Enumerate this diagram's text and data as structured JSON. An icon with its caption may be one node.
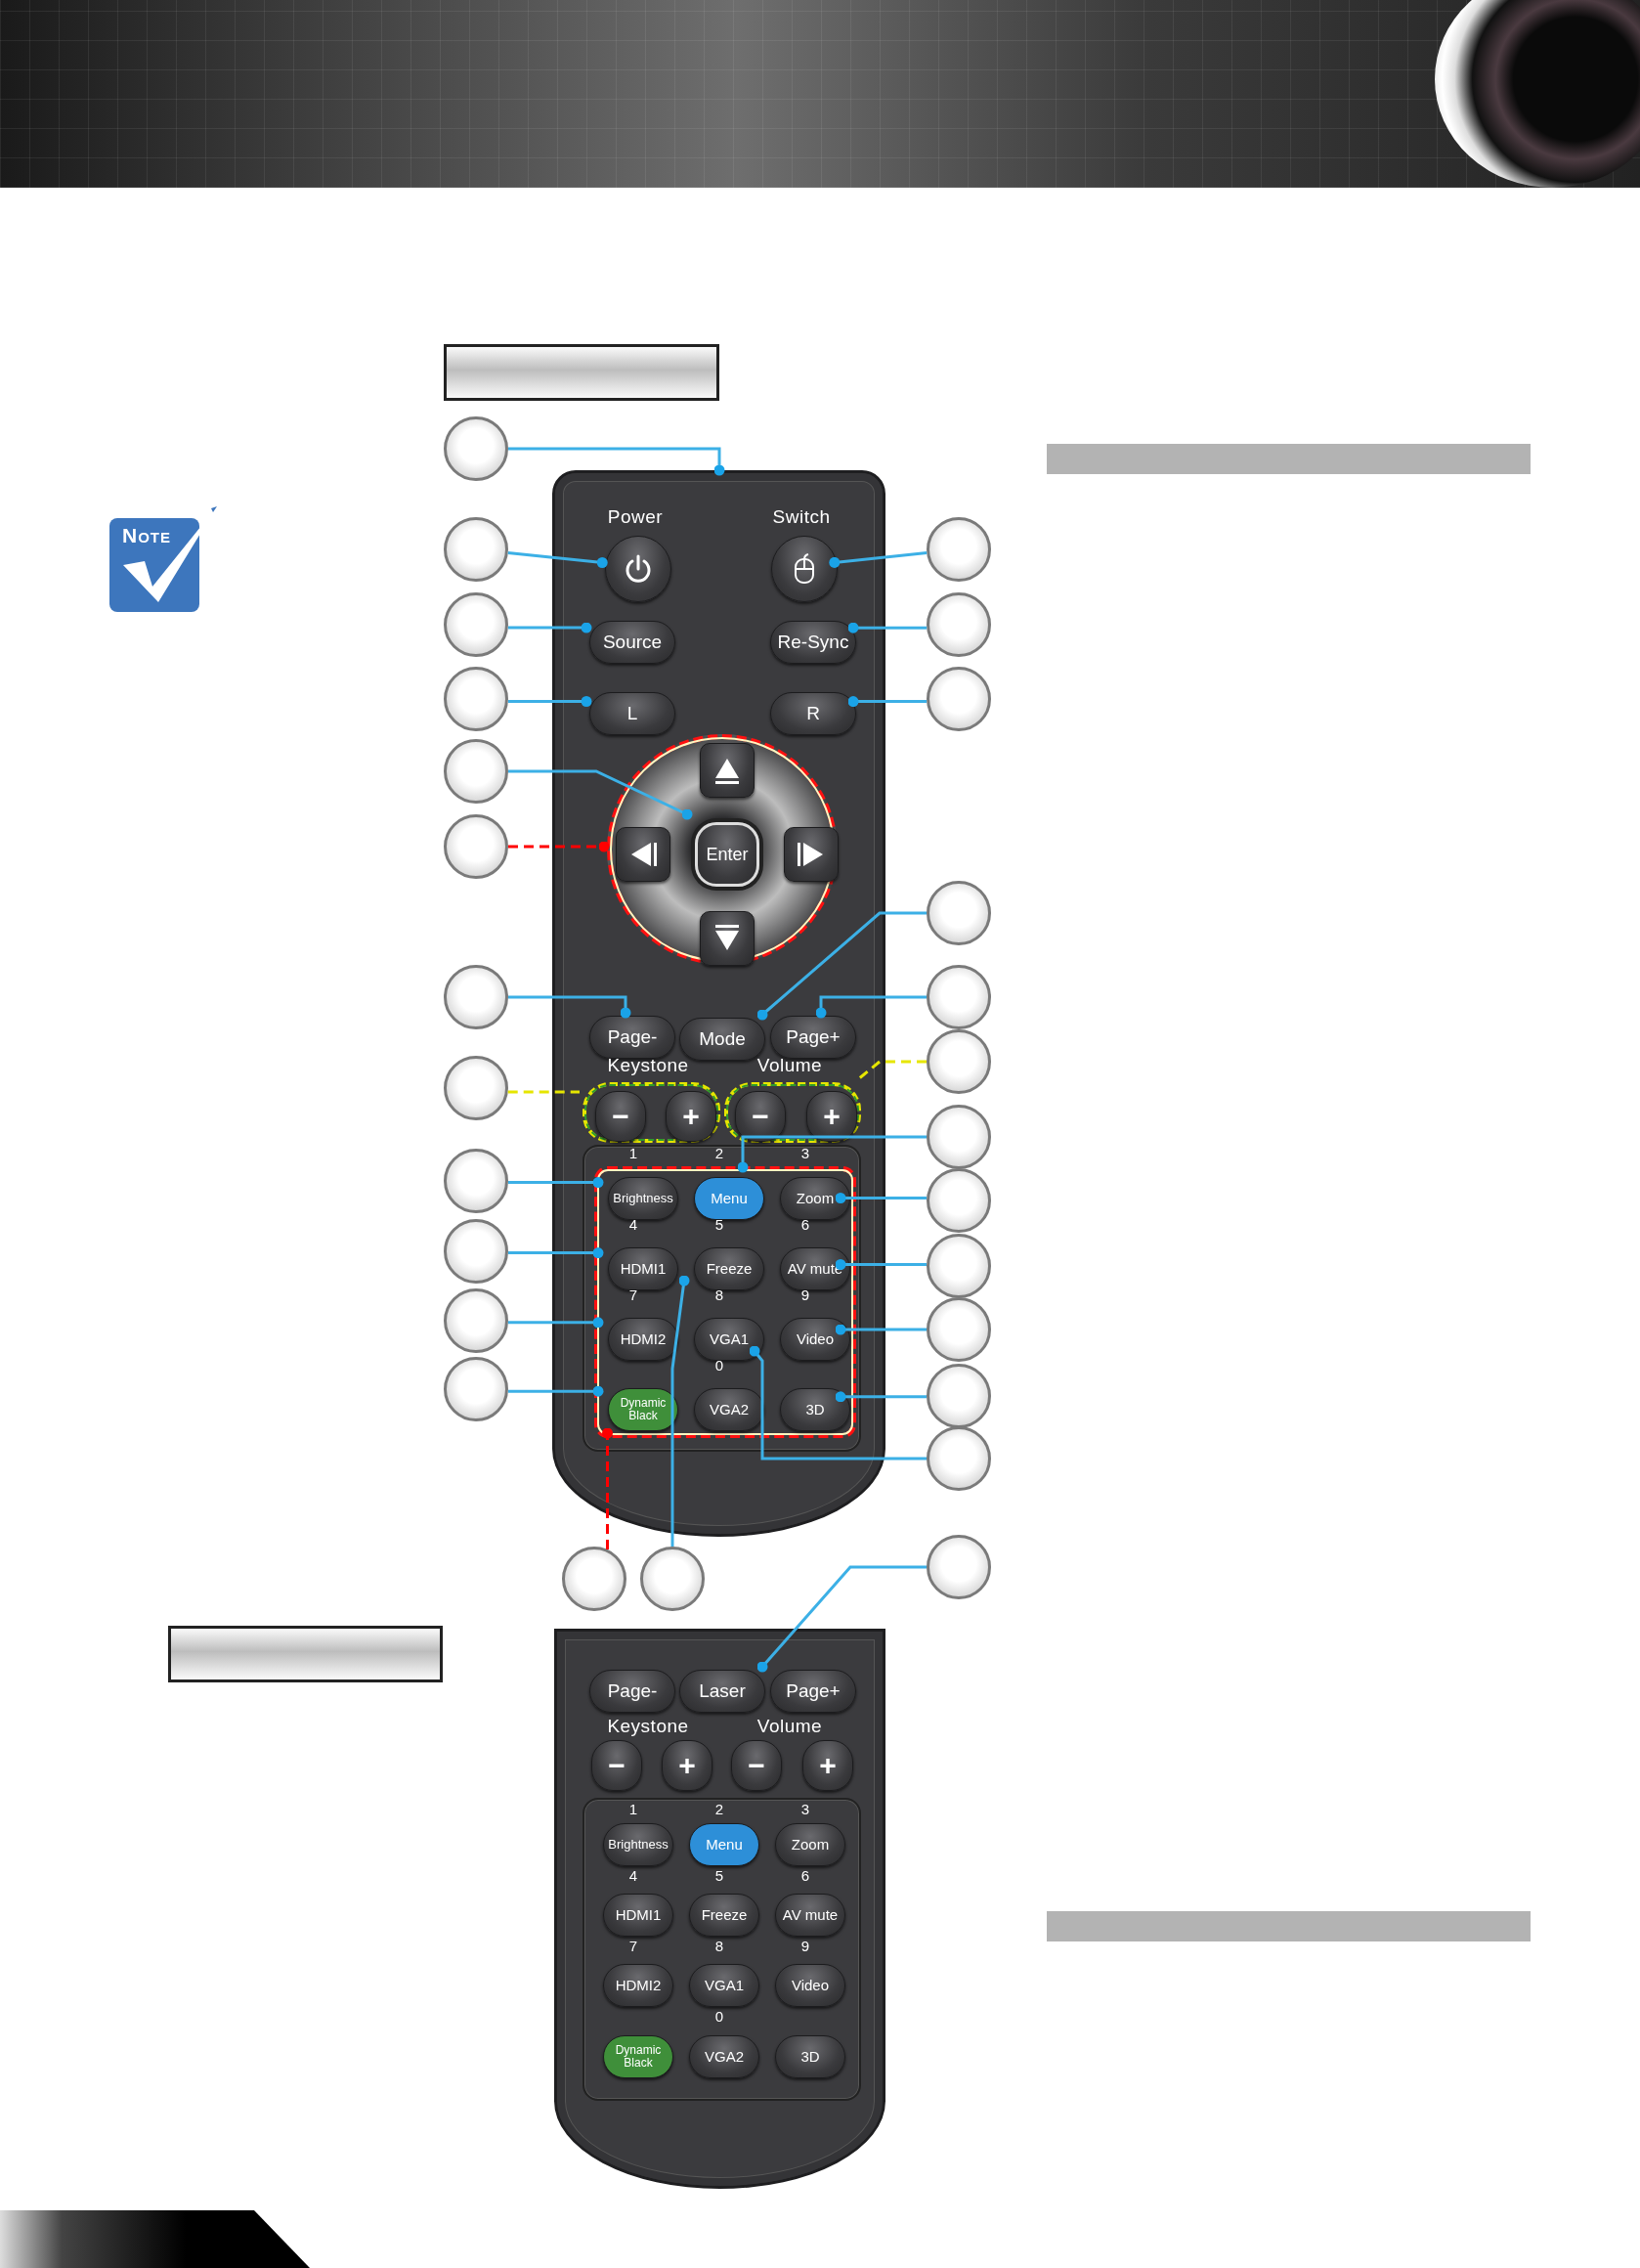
{
  "diagram": {
    "nodes": [
      {
        "text": [],
        "shape": "box"
      },
      {
        "text": [],
        "shape": "circle",
        "in": 0,
        "beside": [
          "Power"
        ]
      },
      {
        "text": [],
        "shape": "circle",
        "in": 0,
        "beside": [
          "Switch"
        ]
      },
      {
        "text": [
          "Source"
        ],
        "in": 0
      },
      {
        "text": [
          "Re-Sync"
        ],
        "in": 0
      },
      {
        "text": [
          "L"
        ],
        "in": 0
      },
      {
        "text": [
          "R"
        ],
        "in": 0
      },
      {
        "text": [],
        "shape": "circle",
        "in": 0
      },
      {
        "text": [],
        "shape": "box",
        "in": 7
      },
      {
        "text": [],
        "shape": "box",
        "in": 7
      },
      {
        "text": [
          "Enter"
        ],
        "in": 7
      },
      {
        "text": [],
        "shape": "box",
        "in": 7
      },
      {
        "text": [],
        "shape": "box",
        "in": 7
      },
      {
        "text": [
          "Page-"
        ],
        "in": 0
      },
      {
        "text": [
          "Mode"
        ],
        "in": 0
      },
      {
        "text": [
          "Page+"
        ],
        "in": 0
      },
      {
        "text": [],
        "shape": "box",
        "in": 0
      },
      {
        "text": [
          "−"
        ],
        "in": 16
      },
      {
        "text": [
          "+"
        ],
        "in": 16
      },
      {
        "text": [],
        "shape": "box",
        "in": 0
      },
      {
        "text": [
          "−"
        ],
        "in": 19
      },
      {
        "text": [
          "+"
        ],
        "in": 19
      },
      {
        "text": [],
        "shape": "box",
        "in": 0
      },
      {
        "text": [],
        "shape": "box",
        "in": 22
      },
      {
        "text": [
          "Brightness"
        ],
        "in": 23
      },
      {
        "text": [
          "Menu"
        ],
        "in": 23
      },
      {
        "text": [
          "Zoom"
        ],
        "in": 23
      },
      {
        "text": [
          "HDMI1"
        ],
        "in": 23
      },
      {
        "text": [
          "Freeze"
        ],
        "in": 23
      },
      {
        "text": [
          "AV mute"
        ],
        "in": 23
      },
      {
        "text": [
          "HDMI2"
        ],
        "in": 23
      },
      {
        "text": [
          "VGA1"
        ],
        "in": 23
      },
      {
        "text": [
          "Video"
        ],
        "in": 23
      },
      {
        "text": [
          "Dynamic Black"
        ],
        "in": 23
      },
      {
        "text": [
          "VGA2"
        ],
        "in": 23
      },
      {
        "text": [
          "3D"
        ],
        "in": 23
      },
      {
        "text": [],
        "shape": "box"
      },
      {
        "text": [
          "Page-"
        ],
        "in": 36
      },
      {
        "text": [
          "Laser"
        ],
        "in": 36
      },
      {
        "text": [
          "Page+"
        ],
        "in": 36
      },
      {
        "text": [
          "−"
        ],
        "in": 36
      },
      {
        "text": [
          "+"
        ],
        "in": 36
      },
      {
        "text": [
          "−"
        ],
        "in": 36
      },
      {
        "text": [
          "+"
        ],
        "in": 36
      },
      {
        "text": [],
        "shape": "box",
        "in": 36
      },
      {
        "text": [
          "Brightness"
        ],
        "in": 44
      },
      {
        "text": [
          "Menu"
        ],
        "in": 44
      },
      {
        "text": [
          "Zoom"
        ],
        "in": 44
      },
      {
        "text": [
          "HDMI1"
        ],
        "in": 44
      },
      {
        "text": [
          "Freeze"
        ],
        "in": 44
      },
      {
        "text": [
          "AV mute"
        ],
        "in": 44
      },
      {
        "text": [
          "HDMI2"
        ],
        "in": 44
      },
      {
        "text": [
          "VGA1"
        ],
        "in": 44
      },
      {
        "text": [
          "Video"
        ],
        "in": 44
      },
      {
        "text": [
          "Dynamic Black"
        ],
        "in": 44
      },
      {
        "text": [
          "VGA2"
        ],
        "in": 44
      },
      {
        "text": [
          "3D"
        ],
        "in": 44
      },
      {
        "text": [],
        "shape": "circle"
      },
      {
        "text": [],
        "shape": "circle"
      },
      {
        "text": [],
        "shape": "circle"
      },
      {
        "text": [],
        "shape": "circle"
      },
      {
        "text": [],
        "shape": "circle"
      },
      {
        "text": [],
        "shape": "circle"
      },
      {
        "text": [],
        "shape": "circle"
      },
      {
        "text": [],
        "shape": "circle"
      },
      {
        "text": [],
        "shape": "circle"
      },
      {
        "text": [],
        "shape": "circle"
      },
      {
        "text": [],
        "shape": "circle"
      },
      {
        "text": [],
        "shape": "circle"
      },
      {
        "text": [],
        "shape": "circle"
      },
      {
        "text": [],
        "shape": "circle"
      },
      {
        "text": [],
        "shape": "circle"
      },
      {
        "text": [],
        "shape": "circle"
      },
      {
        "text": [],
        "shape": "circle"
      },
      {
        "text": [],
        "shape": "circle"
      },
      {
        "text": [],
        "shape": "circle"
      },
      {
        "text": [],
        "shape": "circle"
      },
      {
        "text": [],
        "shape": "circle"
      },
      {
        "text": [],
        "shape": "circle"
      },
      {
        "text": [],
        "shape": "circle"
      },
      {
        "text": [],
        "shape": "circle"
      },
      {
        "text": [],
        "shape": "circle"
      },
      {
        "text": [],
        "shape": "circle"
      },
      {
        "text": [],
        "shape": "circle"
      },
      {
        "text": [],
        "shape": "box"
      },
      {
        "text": [],
        "shape": "bar"
      },
      {
        "text": [],
        "shape": "box"
      },
      {
        "text": [],
        "shape": "bar"
      }
    ],
    "edges": [
      {
        "from": 57,
        "to": 0,
        "arrow": "other"
      },
      {
        "from": 58,
        "to": 1,
        "arrow": "other"
      },
      {
        "from": 59,
        "to": 3,
        "arrow": "other"
      },
      {
        "from": 60,
        "to": 5,
        "arrow": "other"
      },
      {
        "from": 61,
        "to": 10,
        "arrow": "other"
      },
      {
        "from": 62,
        "to": 7,
        "arrow": "other",
        "style": "dashed",
        "color": "#ff0000"
      },
      {
        "from": 63,
        "to": 13,
        "arrow": "other"
      },
      {
        "from": 64,
        "to": 16,
        "arrow": "none",
        "style": "dashed",
        "color": "#e6e600"
      },
      {
        "from": 65,
        "to": 24,
        "arrow": "other"
      },
      {
        "from": 66,
        "to": 27,
        "arrow": "other"
      },
      {
        "from": 67,
        "to": 30,
        "arrow": "other"
      },
      {
        "from": 68,
        "to": 33,
        "arrow": "other"
      },
      {
        "from": 69,
        "to": 23,
        "arrow": "other",
        "style": "dashed",
        "color": "#ff0000"
      },
      {
        "from": 70,
        "to": 28,
        "arrow": "other"
      },
      {
        "from": 71,
        "to": 2,
        "arrow": "other"
      },
      {
        "from": 72,
        "to": 4,
        "arrow": "other"
      },
      {
        "from": 73,
        "to": 6,
        "arrow": "other"
      },
      {
        "from": 74,
        "to": 14,
        "arrow": "other"
      },
      {
        "from": 75,
        "to": 15,
        "arrow": "other"
      },
      {
        "from": 76,
        "to": 19,
        "arrow": "none",
        "style": "dashed",
        "color": "#e6e600"
      },
      {
        "from": 77,
        "to": 25,
        "arrow": "other"
      },
      {
        "from": 78,
        "to": 26,
        "arrow": "other"
      },
      {
        "from": 79,
        "to": 29,
        "arrow": "other"
      },
      {
        "from": 80,
        "to": 32,
        "arrow": "other"
      },
      {
        "from": 81,
        "to": 35,
        "arrow": "other"
      },
      {
        "from": 82,
        "to": 31,
        "arrow": "other"
      },
      {
        "from": 83,
        "to": 38,
        "arrow": "other"
      }
    ],
    "labels": [
      "Note",
      "Keystone",
      "Volume",
      "1",
      "2",
      "3",
      "4",
      "5",
      "6",
      "7",
      "8",
      "9",
      "0",
      "Keystone",
      "Volume",
      "1",
      "2",
      "3",
      "4",
      "5",
      "6",
      "7",
      "8",
      "9",
      "0"
    ]
  }
}
